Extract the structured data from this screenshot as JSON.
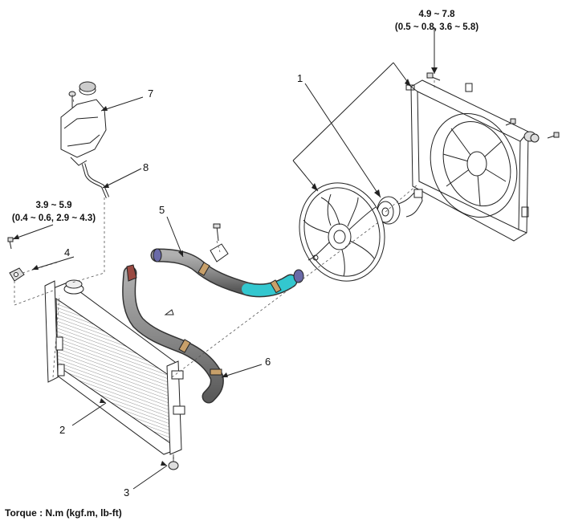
{
  "torque_fan": {
    "line1": "4.9 ~ 7.8",
    "line2": "(0.5 ~ 0.8, 3.6 ~ 5.8)"
  },
  "torque_bracket": {
    "line1": "3.9 ~ 5.9",
    "line2": "(0.4 ~ 0.6, 2.9 ~ 4.3)"
  },
  "callouts": {
    "c1": "1",
    "c2": "2",
    "c3": "3",
    "c4": "4",
    "c5": "5",
    "c6": "6",
    "c7": "7",
    "c8": "8"
  },
  "footer": "Torque : N.m (kgf.m, lb-ft)",
  "colors": {
    "hose": "#8c8c8c",
    "hose_dark": "#5e5e5e",
    "clamp": "#c8a06a",
    "upper_hose_end": "#33c7cf",
    "upper_hose_inlet": "#6a6aa8",
    "lower_hose_inlet": "#9a4a42",
    "line": "#222222",
    "dash": "#555555"
  }
}
